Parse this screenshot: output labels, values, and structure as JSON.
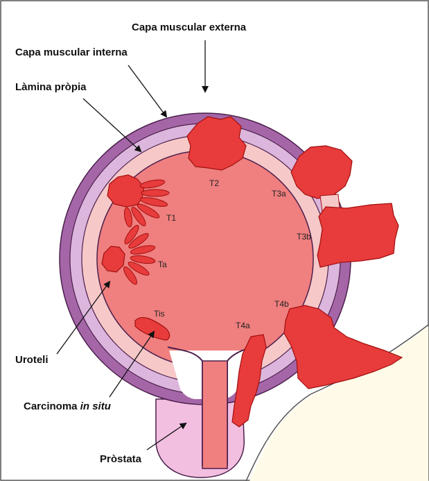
{
  "labels": {
    "outer_muscle": "Capa muscular externa",
    "inner_muscle": "Capa muscular  interna",
    "lamina": "Làmina pròpia",
    "urothelium": "Uroteli",
    "cis_prefix": "Carcinoma ",
    "cis_italic": "in situ",
    "prostate": "Pròstata"
  },
  "stages": {
    "T2": "T2",
    "T3a": "T3a",
    "T3b": "T3b",
    "T1": "T1",
    "Ta": "Ta",
    "Tis": "Tis",
    "T4a": "T4a",
    "T4b": "T4b"
  },
  "colors": {
    "outer_muscle": "#a566a8",
    "inner_muscle": "#dcb6dc",
    "lamina": "#f6c8c8",
    "lumen": "#f07f7f",
    "tumor": "#e83b3b",
    "prostate": "#f2bfe0",
    "pelvic_area": "#fffbe8",
    "stroke": "#4b1f4b"
  },
  "icons": [
    "arrow-icon"
  ]
}
